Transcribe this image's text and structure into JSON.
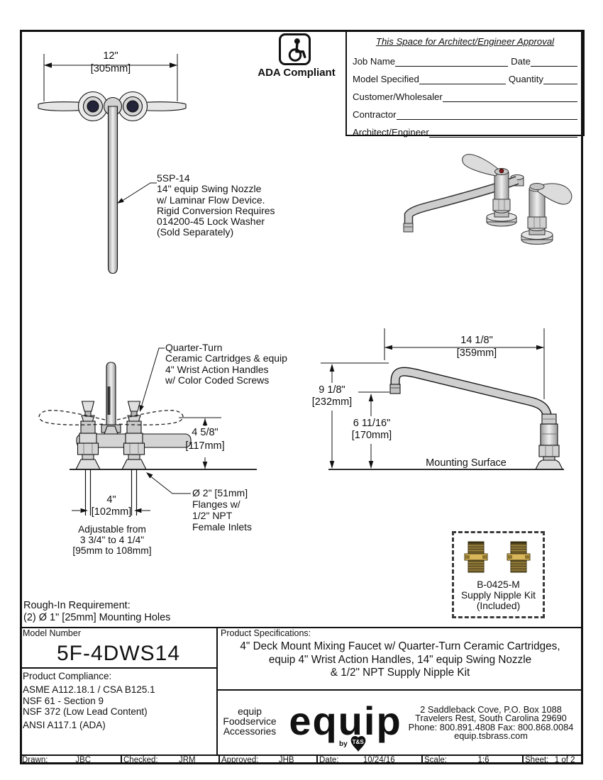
{
  "approval": {
    "title": "This Space for Architect/Engineer Approval",
    "rows": [
      {
        "label": "Job Name",
        "label2": "Date"
      },
      {
        "label": "Model Specified",
        "label2": "Quantity"
      },
      {
        "label": "Customer/Wholesaler",
        "label2": ""
      },
      {
        "label": "Contractor",
        "label2": ""
      },
      {
        "label": "Architect/Engineer",
        "label2": ""
      }
    ]
  },
  "ada": {
    "label": "ADA Compliant"
  },
  "drawing": {
    "top_view": {
      "width_in": "12\"",
      "width_mm": "[305mm]"
    },
    "nozzle_callout": [
      "5SP-14",
      "14\" equip Swing Nozzle",
      "w/ Laminar Flow Device.",
      "Rigid Conversion Requires",
      "014200-45 Lock Washer",
      "(Sold Separately)"
    ],
    "handle_callout": [
      "Quarter-Turn",
      "Ceramic Cartridges & equip",
      "4\" Wrist Action Handles",
      "w/ Color Coded Screws"
    ],
    "side_view": {
      "reach_in": "14 1/8\"",
      "reach_mm": "[359mm]",
      "height_in": "9 1/8\"",
      "height_mm": "[232mm]",
      "clearance_in": "6 11/16\"",
      "clearance_mm": "[170mm]",
      "mounting_surface": "Mounting Surface"
    },
    "front_view": {
      "deck_height_in": "4 5/8\"",
      "deck_height_mm": "[117mm]",
      "centers_in": "4\"",
      "centers_mm": "[102mm]",
      "adjustable": [
        "Adjustable from",
        "3 3/4\" to 4 1/4\"",
        "[95mm to 108mm]"
      ],
      "flange_callout": [
        "Ø 2\" [51mm]",
        "Flanges w/",
        "1/2\" NPT",
        "Female Inlets"
      ]
    },
    "nipple_kit": [
      "B-0425-M",
      "Supply Nipple Kit",
      "(Included)"
    ],
    "rough_in": [
      "Rough-In Requirement:",
      "(2) Ø 1\" [25mm] Mounting Holes"
    ]
  },
  "title_block": {
    "model_number_header": "Model Number",
    "model_number": "5F-4DWS14",
    "compliance_header": "Product Compliance:",
    "compliance": [
      "ASME A112.18.1 / CSA B125.1",
      "NSF 61 - Section 9",
      "NSF 372 (Low Lead Content)",
      "ANSI A117.1 (ADA)"
    ],
    "specs_header": "Product Specifications:",
    "specs": [
      "4\" Deck Mount Mixing Faucet w/ Quarter-Turn Ceramic Cartridges,",
      "equip 4\" Wrist Action Handles, 14\" equip Swing Nozzle",
      "& 1/2\" NPT Supply Nipple Kit"
    ],
    "brand": {
      "tagline": [
        "equip",
        "Foodservice",
        "Accessories"
      ],
      "logo": "equip",
      "logo_sub": "by",
      "logo_shield": "T&S",
      "address": [
        "2 Saddleback Cove, P.O. Box 1088",
        "Travelers Rest, South Carolina 29690",
        "Phone: 800.891.4808  Fax: 800.868.0084",
        "equip.tsbrass.com"
      ]
    },
    "revision_row": [
      {
        "label": "Drawn:",
        "value": "JBC"
      },
      {
        "label": "Checked:",
        "value": "JRM"
      },
      {
        "label": "Approved:",
        "value": "JHB"
      },
      {
        "label": "Date:",
        "value": "10/24/16"
      },
      {
        "label": "Scale:",
        "value": "1:6"
      },
      {
        "label": "Sheet:",
        "value": "1 of 2"
      }
    ]
  },
  "colors": {
    "line": "#111111",
    "metal_light": "#ececec",
    "metal_mid": "#c9c9c9",
    "metal_dark": "#9a9a9a",
    "brass_dark": "#6a5a28",
    "brass_light": "#d9b659",
    "screw_red": "#7e1f1f",
    "screw_navy": "#23233a"
  }
}
